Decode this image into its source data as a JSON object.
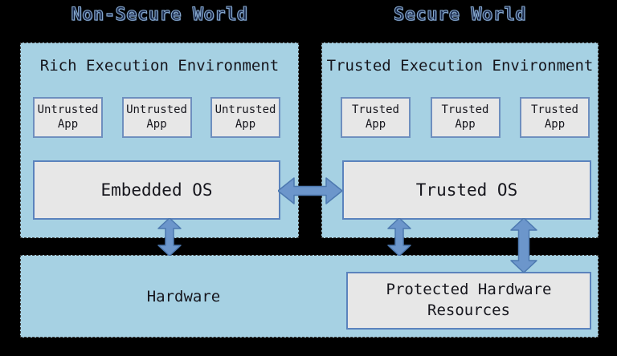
{
  "header": {
    "non_secure_title": "Non-Secure World",
    "secure_title": "Secure World"
  },
  "ree": {
    "title": "Rich Execution Environment",
    "apps": [
      {
        "label": "Untrusted\nApp"
      },
      {
        "label": "Untrusted\nApp"
      },
      {
        "label": "Untrusted\nApp"
      }
    ],
    "os_label": "Embedded OS"
  },
  "tee": {
    "title": "Trusted Execution Environment",
    "apps": [
      {
        "label": "Trusted\nApp"
      },
      {
        "label": "Trusted\nApp"
      },
      {
        "label": "Trusted\nApp"
      }
    ],
    "os_label": "Trusted OS"
  },
  "hardware": {
    "label": "Hardware",
    "protected_box_label": "Protected Hardware\nResources"
  },
  "arrows": {
    "os_to_os": "bidirectional horizontal arrow between Embedded OS and Trusted OS",
    "embedded_os_to_hardware": "bidirectional vertical arrow",
    "trusted_os_to_hardware": "bidirectional vertical arrow",
    "trusted_os_to_protected_resources": "bidirectional vertical arrow"
  },
  "colors": {
    "background": "#000000",
    "panel_fill": "#a6d1e3",
    "panel_border_dashed": "#3c3c3c",
    "inner_box_fill": "#e7e7e7",
    "inner_box_border": "#5b83bd",
    "app_box_border": "#6e8fbf",
    "arrow_fill": "#6c96cb",
    "arrow_stroke": "#4d79b0",
    "text": "#16161d",
    "world_title_fill": "#1c2c4e",
    "world_title_rim": "#86a8cd"
  }
}
